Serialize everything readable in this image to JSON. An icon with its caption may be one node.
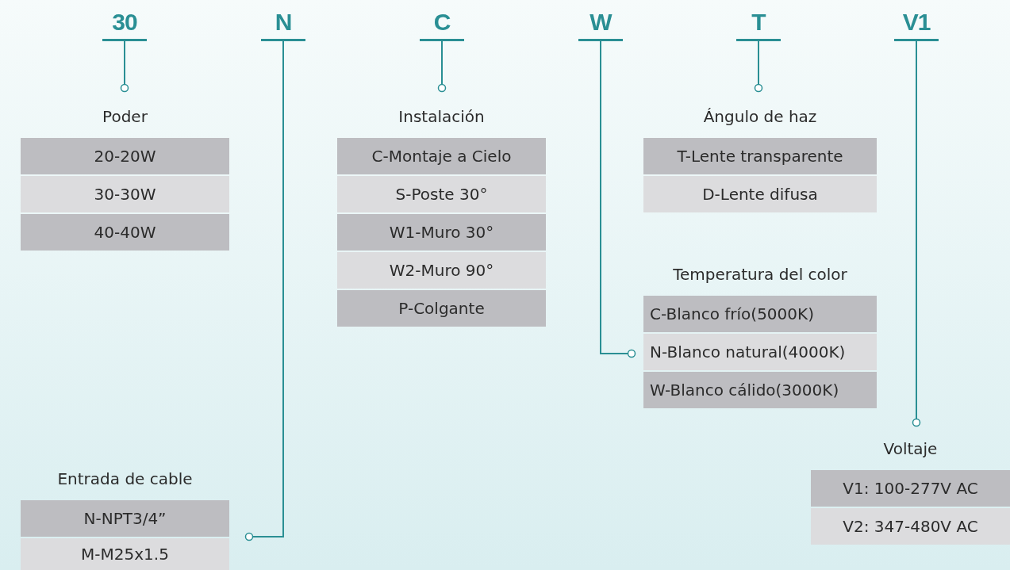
{
  "diagram": {
    "nodes": [
      {
        "text": [
          "30"
        ]
      },
      {
        "text": [
          "N"
        ]
      },
      {
        "text": [
          "C"
        ]
      },
      {
        "text": [
          "W"
        ]
      },
      {
        "text": [
          "T"
        ]
      },
      {
        "text": [
          "V1"
        ]
      },
      {
        "text": [
          "Poder"
        ]
      },
      {
        "text": [
          "20-20W"
        ],
        "in": 6
      },
      {
        "text": [
          "30-30W"
        ],
        "in": 6
      },
      {
        "text": [
          "40-40W"
        ],
        "in": 6
      },
      {
        "text": [
          "Instalación"
        ]
      },
      {
        "text": [
          "C-Montaje a Cielo"
        ],
        "in": 10
      },
      {
        "text": [
          "S-Poste 30°"
        ],
        "in": 10
      },
      {
        "text": [
          "W1-Muro 30°"
        ],
        "in": 10
      },
      {
        "text": [
          "W2-Muro 90°"
        ],
        "in": 10
      },
      {
        "text": [
          "P-Colgante"
        ],
        "in": 10
      },
      {
        "text": [
          "Ángulo de haz"
        ]
      },
      {
        "text": [
          "T-Lente transparente"
        ],
        "in": 16
      },
      {
        "text": [
          "D-Lente difusa"
        ],
        "in": 16
      },
      {
        "text": [
          "Temperatura del color"
        ]
      },
      {
        "text": [
          "C-Blanco frío(5000K)"
        ],
        "in": 19
      },
      {
        "text": [
          "N-Blanco natural(4000K)"
        ],
        "in": 19
      },
      {
        "text": [
          "W-Blanco cálido(3000K)"
        ],
        "in": 19
      },
      {
        "text": [
          "Voltaje"
        ]
      },
      {
        "text": [
          "V1: 100-277V AC"
        ],
        "in": 23
      },
      {
        "text": [
          "V2: 347-480V AC"
        ],
        "in": 23
      },
      {
        "text": [
          "Entrada de cable"
        ]
      },
      {
        "text": [
          "N-NPT3/4”"
        ],
        "in": 26
      },
      {
        "text": [
          "M-M25x1.5"
        ],
        "in": 26
      }
    ],
    "edges": [
      {
        "from": 0,
        "to": 6,
        "arrow": "other"
      },
      {
        "from": 1,
        "to": 26,
        "arrow": "other"
      },
      {
        "from": 2,
        "to": 10,
        "arrow": "other"
      },
      {
        "from": 3,
        "to": 19,
        "arrow": "other"
      },
      {
        "from": 4,
        "to": 16,
        "arrow": "other"
      },
      {
        "from": 5,
        "to": 23,
        "arrow": "other"
      }
    ]
  }
}
